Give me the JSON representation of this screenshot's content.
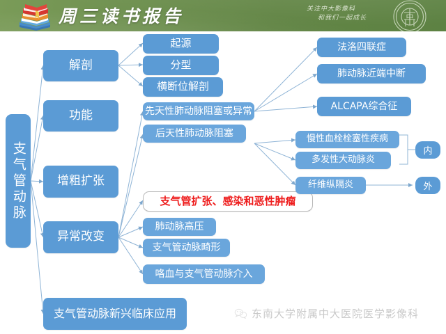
{
  "header": {
    "title": "周三读书报告",
    "logo_icon": "stack-of-books-icon",
    "slogan_line1": "关注中大影像科",
    "slogan_line2": "和我们一起成长",
    "seal_icon": "zhongda-circular-seal-icon",
    "seal_text": "中大",
    "background_color": "#6B8F4E"
  },
  "diagram": {
    "root": {
      "label": "支气管动脉"
    },
    "branches": [
      {
        "label": "解剖"
      },
      {
        "label": "功能"
      },
      {
        "label": "增粗扩张"
      },
      {
        "label": "异常改变"
      },
      {
        "label": "支气管动脉新兴临床应用"
      }
    ],
    "anatomy_children": [
      {
        "label": "起源"
      },
      {
        "label": "分型"
      },
      {
        "label": "横断位解剖"
      }
    ],
    "abnormal_children": [
      {
        "label": "先天性肺动脉阻塞或异常"
      },
      {
        "label": "后天性肺动脉阻塞"
      },
      {
        "label": "支气管扩张、感染和恶性肿瘤",
        "style": "red"
      },
      {
        "label": "肺动脉高压"
      },
      {
        "label": "支气管动脉畸形"
      },
      {
        "label": "咯血与支气管动脉介入"
      }
    ],
    "congenital_children": [
      {
        "label": "法洛四联症"
      },
      {
        "label": "肺动脉近端中断"
      },
      {
        "label": "ALCAPA综合征"
      }
    ],
    "acquired_children": [
      {
        "label": "慢性血栓栓塞性疾病",
        "group": "内"
      },
      {
        "label": "多发性大动脉炎",
        "group": "内"
      },
      {
        "label": "纤维纵隔炎",
        "group": "外"
      }
    ],
    "tags": [
      {
        "label": "内"
      },
      {
        "label": "外"
      }
    ],
    "node_color": "#5B9BD5",
    "highlight_text_color": "#EE1C1C"
  },
  "watermark": {
    "icon": "wechat-icon",
    "text": "东南大学附属中大医院医学影像科"
  }
}
